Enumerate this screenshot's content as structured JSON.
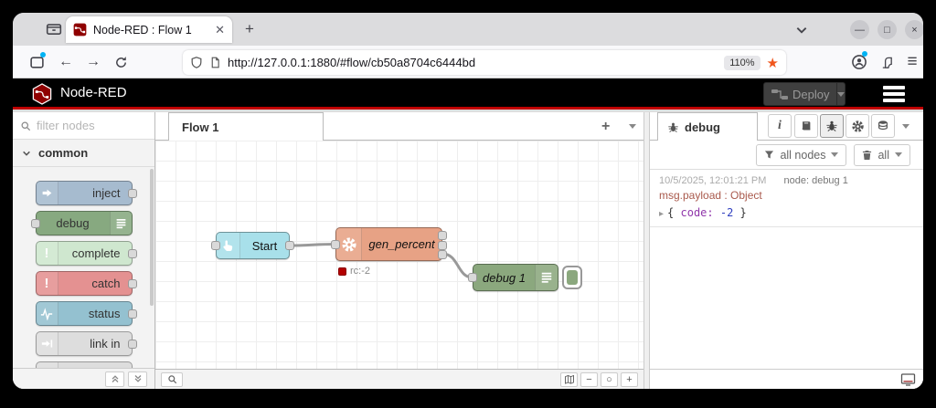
{
  "colors": {
    "brand_red": "#8f0000",
    "header_underline": "#c00000",
    "status_dot": "#b30000",
    "wire": "#999999",
    "msg_topic": "#a9594c",
    "payload_key": "#9036aa",
    "payload_number": "#2f3fbf"
  },
  "browser": {
    "tab_title": "Node-RED : Flow 1",
    "url": "http://127.0.0.1:1880/#flow/cb50a8704c6444bd",
    "zoom_level": "110%"
  },
  "header": {
    "brand": "Node-RED",
    "deploy_label": "Deploy"
  },
  "palette": {
    "search_placeholder": "filter nodes",
    "category": "common",
    "nodes": [
      {
        "label": "inject",
        "color": "#a6bbcf"
      },
      {
        "label": "debug",
        "color": "#87a980"
      },
      {
        "label": "complete",
        "color": "#cfe7cf"
      },
      {
        "label": "catch",
        "color": "#e49191"
      },
      {
        "label": "status",
        "color": "#94c1d0"
      },
      {
        "label": "link in",
        "color": "#dddddd"
      },
      {
        "label": "",
        "color": "#dddddd"
      }
    ]
  },
  "workspace": {
    "tab": "Flow 1",
    "nodes": {
      "start": {
        "label": "Start",
        "color": "#a8e0ea"
      },
      "function": {
        "label": "gen_percent",
        "color": "#e7a285",
        "status": "rc:-2"
      },
      "debug": {
        "label": "debug 1",
        "color": "#8ba87e"
      }
    }
  },
  "sidebar": {
    "tab_label": "debug",
    "filter_label": "all nodes",
    "clear_label": "all",
    "message": {
      "timestamp": "10/5/2025, 12:01:21 PM",
      "node": "node: debug 1",
      "topic": "msg.payload : Object",
      "expand_arrow": "▸",
      "brace_open": "{",
      "key": "code:",
      "value": "-2",
      "brace_close": "}"
    }
  }
}
